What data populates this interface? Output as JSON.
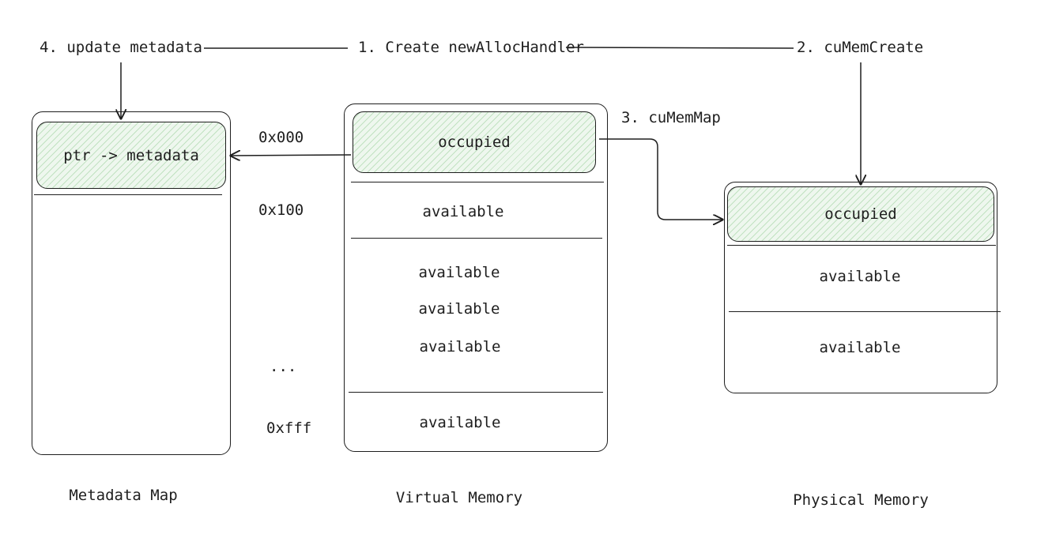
{
  "steps": {
    "step1": "1. Create newAllocHandler",
    "step2": "2. cuMemCreate",
    "step3": "3. cuMemMap",
    "step4": "4. update metadata"
  },
  "metadata_map": {
    "title": "Metadata Map",
    "entry": "ptr -> metadata"
  },
  "address_labels": [
    "0x000",
    "0x100",
    "...",
    "0xfff"
  ],
  "virtual_memory": {
    "title": "Virtual Memory",
    "occupied": "occupied",
    "available": [
      "available",
      "available",
      "available",
      "available",
      "available"
    ]
  },
  "physical_memory": {
    "title": "Physical Memory",
    "occupied": "occupied",
    "available": [
      "available",
      "available"
    ]
  },
  "colors": {
    "stroke": "#1e1e1e",
    "occupied_fill": "#eef7ee",
    "hatch": "#78be78"
  }
}
